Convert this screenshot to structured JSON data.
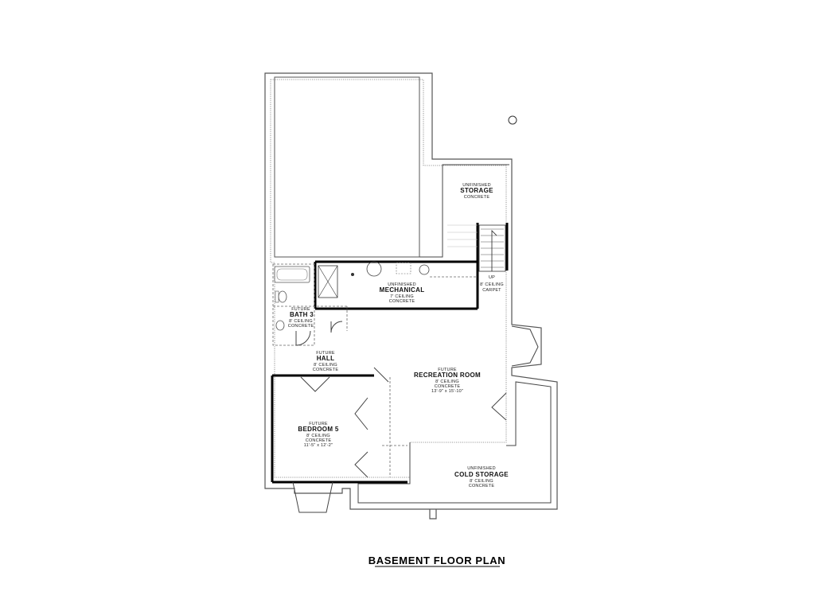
{
  "title": "BASEMENT FLOOR PLAN",
  "rooms": {
    "storage": {
      "status": "UNFINISHED",
      "name": "STORAGE",
      "ceiling": "CONCRETE"
    },
    "stair": {
      "direction": "UP",
      "ceiling": "8' CEILING",
      "floor": "CARPET"
    },
    "mechanical": {
      "status": "UNFINISHED",
      "name": "MECHANICAL",
      "ceiling": "7' CEILING",
      "floor": "CONCRETE"
    },
    "bath": {
      "status": "FUTURE",
      "name": "BATH 3",
      "ceiling": "8' CEILING",
      "floor": "CONCRETE"
    },
    "hall": {
      "status": "FUTURE",
      "name": "HALL",
      "ceiling": "8' CEILING",
      "floor": "CONCRETE"
    },
    "recreation": {
      "status": "FUTURE",
      "name": "RECREATION ROOM",
      "ceiling": "8' CEILING",
      "floor": "CONCRETE",
      "size": "13'-9\" x 15'-10\""
    },
    "bedroom": {
      "status": "FUTURE",
      "name": "BEDROOM 5",
      "ceiling": "8' CEILING",
      "floor": "CONCRETE",
      "size": "11'-5\" x 12'-2\""
    },
    "cold_storage": {
      "status": "UNFINISHED",
      "name": "COLD STORAGE",
      "ceiling": "8' CEILING",
      "floor": "CONCRETE"
    }
  }
}
